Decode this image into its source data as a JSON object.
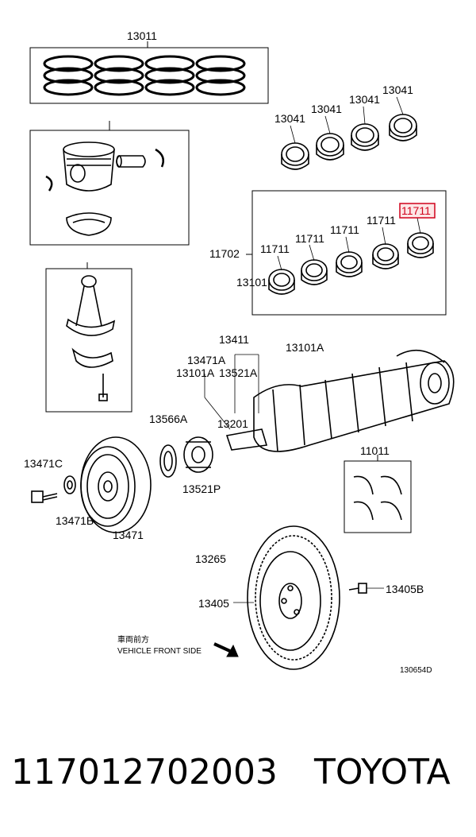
{
  "labels": {
    "group_top": "13011",
    "bearing_top_1": "13041",
    "bearing_top_2": "13041",
    "bearing_top_3": "13041",
    "bearing_top_4": "13041",
    "box_set": "11702",
    "bearing_1": "11711",
    "bearing_2": "11711",
    "bearing_3": "11711",
    "bearing_4": "11711",
    "bearing_highlight": "11711",
    "crank_gear": "13101",
    "p13411": "13411",
    "p13101A_right": "13101A",
    "p13471A": "13471A",
    "p13101A_left": "13101A",
    "p13521A": "13521A",
    "p13566A": "13566A",
    "p13201": "13201",
    "p13471C": "13471C",
    "p13471B": "13471B",
    "p13521P": "13521P",
    "p13471": "13471",
    "p11011": "11011",
    "p13265": "13265",
    "p13405": "13405",
    "p13405B": "13405B",
    "vehicle_front_jp": "車両前方",
    "vehicle_front_en": "VEHICLE FRONT SIDE",
    "diagram_id": "130654D"
  },
  "highlight_color": "#d0021b",
  "caption": {
    "part_number": "117012702003",
    "brand": "TOYOTA"
  }
}
